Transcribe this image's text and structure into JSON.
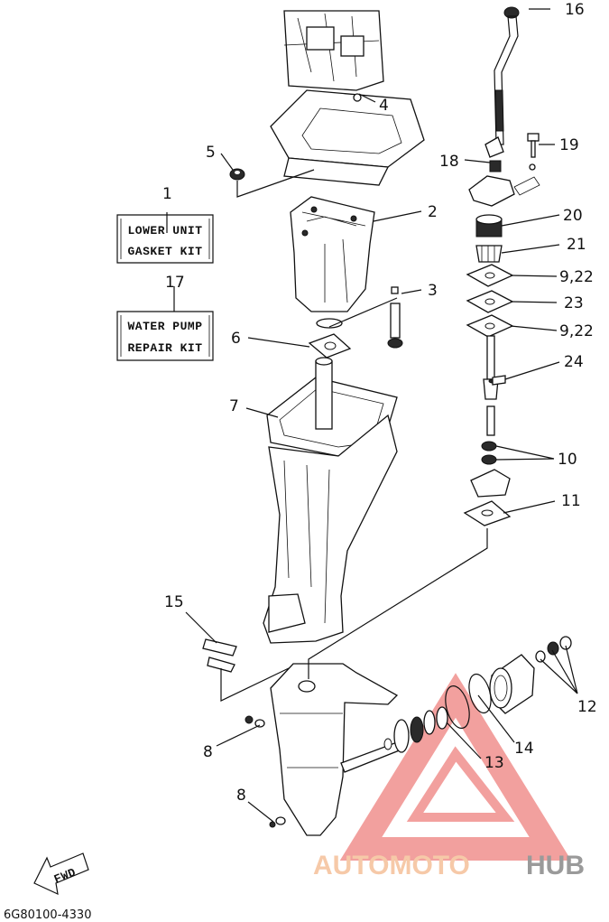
{
  "callouts": {
    "p1": "1",
    "p2": "2",
    "p3": "3",
    "p4": "4",
    "p5": "5",
    "p6": "6",
    "p7": "7",
    "p8a": "8",
    "p8b": "8",
    "p9_22a": "9,22",
    "p9_22b": "9,22",
    "p10": "10",
    "p11": "11",
    "p12": "12",
    "p13": "13",
    "p14": "14",
    "p15": "15",
    "p16": "16",
    "p17": "17",
    "p18": "18",
    "p19": "19",
    "p20": "20",
    "p21": "21",
    "p23": "23",
    "p24": "24"
  },
  "kits": {
    "lower_unit_line1": "LOWER UNIT",
    "lower_unit_line2": "GASKET KIT",
    "water_pump_line1": "WATER PUMP",
    "water_pump_line2": "REPAIR KIT"
  },
  "fwd_label": "FWD",
  "drawing_code": "6G80100-4330",
  "watermark": {
    "auto": "AUTOMOTO",
    "hub": "HUB"
  },
  "colors": {
    "ink": "#111111",
    "watermark_red": "#e8534f",
    "watermark_peach": "#f6c9a8",
    "watermark_gray": "#9a9a9a"
  }
}
